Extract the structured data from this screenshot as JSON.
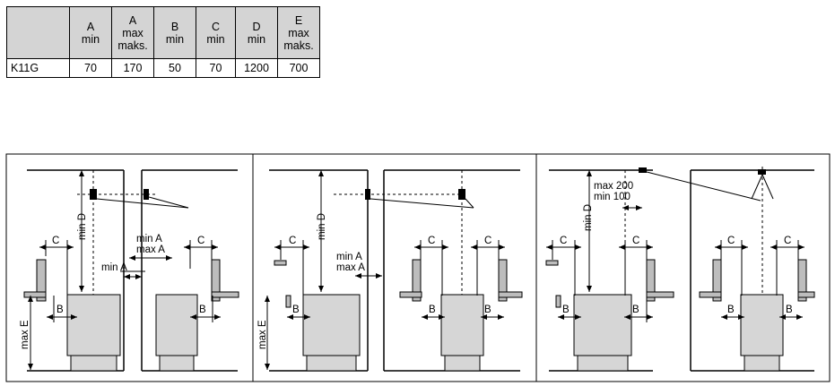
{
  "table": {
    "columns": [
      {
        "key": "A",
        "lines": [
          "A",
          "min"
        ]
      },
      {
        "key": "A2",
        "lines": [
          "A",
          "max",
          "maks."
        ]
      },
      {
        "key": "B",
        "lines": [
          "B",
          "min"
        ]
      },
      {
        "key": "C",
        "lines": [
          "C",
          "min"
        ]
      },
      {
        "key": "D",
        "lines": [
          "D",
          "min"
        ]
      },
      {
        "key": "E",
        "lines": [
          "E",
          "max",
          "maks."
        ]
      }
    ],
    "rows": [
      {
        "model": "K11G",
        "values": [
          "70",
          "170",
          "50",
          "70",
          "1200",
          "700"
        ]
      }
    ]
  },
  "labels": {
    "C": "C",
    "B": "B",
    "minD": "min D",
    "maxE": "max E",
    "minA": "min A",
    "maxA": "max A",
    "max200": "max 200",
    "min100": "min 100"
  },
  "colors": {
    "heater": "#d6d6d6",
    "line": "#000000",
    "bench": "#bdbdbd"
  }
}
